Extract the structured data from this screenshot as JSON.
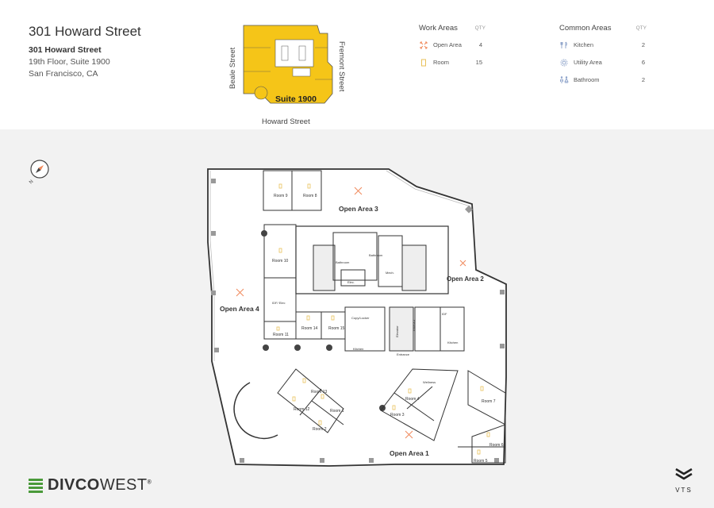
{
  "building": {
    "title": "301 Howard Street",
    "address_line1": "301 Howard Street",
    "address_line2": "19th Floor, Suite 1900",
    "address_line3": "San Francisco, CA"
  },
  "keymap": {
    "suite_label": "Suite 1900",
    "streets": {
      "west": "Beale Street",
      "east": "Fremont Street",
      "south": "Howard Street"
    },
    "highlight_color": "#f5c518"
  },
  "legend": {
    "work": {
      "heading": "Work Areas",
      "qty_label": "QTY",
      "items": [
        {
          "icon": "open-area-icon",
          "label": "Open Area",
          "qty": "4"
        },
        {
          "icon": "room-icon",
          "label": "Room",
          "qty": "15"
        }
      ]
    },
    "common": {
      "heading": "Common Areas",
      "qty_label": "QTY",
      "items": [
        {
          "icon": "kitchen-icon",
          "label": "Kitchen",
          "qty": "2"
        },
        {
          "icon": "utility-area-icon",
          "label": "Utility Area",
          "qty": "6"
        },
        {
          "icon": "bathroom-icon",
          "label": "Bathroom",
          "qty": "2"
        }
      ]
    }
  },
  "compass": {
    "north_label": "N"
  },
  "floorplan": {
    "open_areas": [
      "Open Area 1",
      "Open Area 2",
      "Open Area 3",
      "Open Area 4"
    ],
    "rooms": [
      "Room 1",
      "Room 2",
      "Room 3",
      "Room 4",
      "Room 5",
      "Room 6",
      "Room 7",
      "Room 8",
      "Room 9",
      "Room 10",
      "Room 11",
      "Room 12",
      "Room 13",
      "Room 14",
      "Room 15"
    ],
    "common": {
      "bathroom_a": "Bathroom",
      "bathroom_b": "Bathroom",
      "kitchen_a": "Kitchen",
      "kitchen_b": "Kitchen",
      "elevator_a": "Elevator",
      "elevator_b": "Elevator",
      "entrance": "Entrance",
      "wellness": "Wellness",
      "idf": "IDF/ Elec",
      "mech": "Mech.",
      "elec": "Elec.",
      "copy": "Copy/Locker",
      "idf_small": "IDF"
    },
    "colors": {
      "open_icon": "#f08a5d",
      "room_icon": "#e8c15a",
      "common_icon": "#8aa0c8",
      "wall": "#333333"
    }
  },
  "branding": {
    "company_bold": "DIVCO",
    "company_light": "WEST",
    "platform": "VTS",
    "registered": "®"
  }
}
